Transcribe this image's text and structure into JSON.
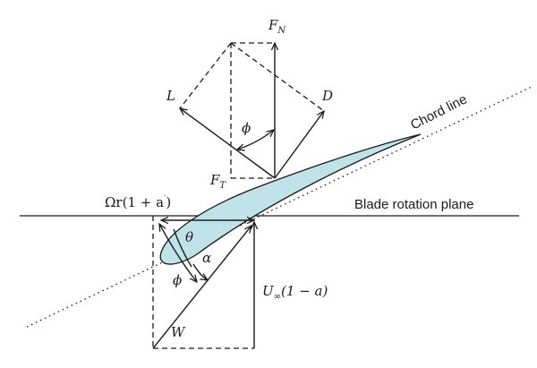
{
  "labels": {
    "normal_force": {
      "base": "F",
      "sub": "N"
    },
    "lift": "L",
    "drag": "D",
    "phi_top": "ϕ",
    "tangential_force": {
      "base": "F",
      "sub": "T"
    },
    "chord_line": "Chord line",
    "rotation_speed": {
      "left": "Ωr(1 + a",
      "prime": "′",
      "right": ")"
    },
    "blade_rotation_plane": "Blade rotation plane",
    "theta": "θ",
    "alpha": "α",
    "phi_bottom": "ϕ",
    "axial_velocity": {
      "left": "U",
      "sub": "∞",
      "right": "(1 − a)"
    },
    "relative_velocity": "W"
  },
  "colors": {
    "airfoil_fill": "#bfe3e8",
    "line": "#1a1a1a"
  }
}
